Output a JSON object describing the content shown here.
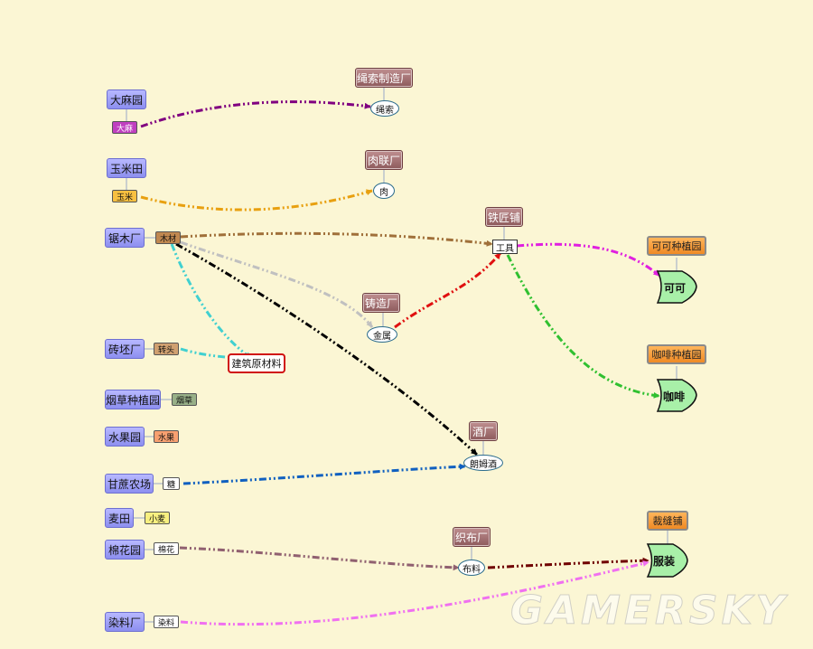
{
  "sources": {
    "hemp_garden": "大麻园",
    "corn_field": "玉米田",
    "sawmill": "锯木厂",
    "brickyard": "砖坯厂",
    "tobacco_plantation": "烟草种植园",
    "orchard": "水果园",
    "sugarcane_farm": "甘蔗农场",
    "wheat_field": "麦田",
    "cotton_garden": "棉花园",
    "dye_works": "染料厂"
  },
  "resources": {
    "hemp": "大麻",
    "corn": "玉米",
    "wood": "木材",
    "brick": "转头",
    "tobacco": "烟草",
    "fruit": "水果",
    "sugar": "糖",
    "wheat": "小麦",
    "cotton": "棉花",
    "dye": "染料"
  },
  "factories": {
    "rope_factory": "绳索制造厂",
    "meat_factory": "肉联厂",
    "blacksmith": "铁匠铺",
    "foundry": "铸造厂",
    "distillery": "酒厂",
    "weaving_mill": "织布厂"
  },
  "plantations": {
    "cocoa_plantation": "可可种植园",
    "coffee_plantation": "咖啡种植园",
    "tailor": "裁缝铺"
  },
  "products": {
    "rope": "绳索",
    "meat": "肉",
    "tools": "工具",
    "metal": "金属",
    "building_materials": "建筑原材料",
    "rum": "朗姆酒",
    "cloth": "布料",
    "cocoa": "可可",
    "coffee": "咖啡",
    "clothing": "服装"
  },
  "watermark": "GAMERSKY",
  "colors": {
    "hemp_rope": "#800080",
    "corn_meat": "#e8a010",
    "wood_tools": "#a0703a",
    "wood_metal": "#c0c0c0",
    "wood_building": "#40d0d0",
    "wood_rum": "#000000",
    "metal_tools": "#e01010",
    "tools_cocoa": "#e020e0",
    "tools_coffee": "#30c030",
    "sugar_rum": "#1060c0",
    "cotton_cloth": "#906070",
    "cloth_clothing": "#700000",
    "dye_clothing": "#f070f0",
    "gate_fill": "#a8f0a8"
  }
}
